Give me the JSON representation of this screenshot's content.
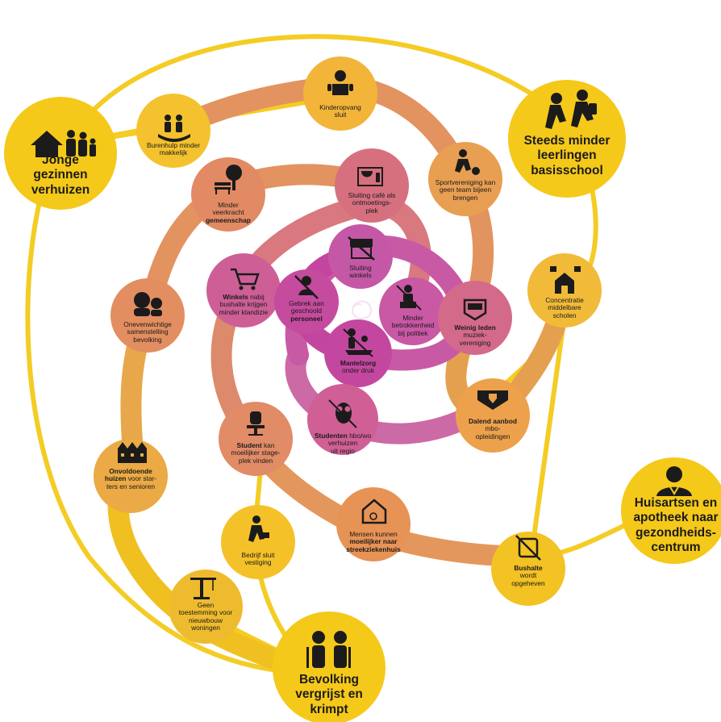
{
  "colors": {
    "yellow": "#f5c91a",
    "yellow_path": "#f4cc24",
    "orange_path": "#e9a845",
    "salmon": "#dd8a6c",
    "mauve": "#cc6aa6",
    "magenta": "#c4459f",
    "icon": "#1b1b1b"
  },
  "big_nodes": [
    {
      "id": "jonge-gezinnen",
      "lines": "Jonge\ngezinnen\nverhuizen",
      "icon": "house-family-icon"
    },
    {
      "id": "steeds-minder",
      "lines": "Steeds minder\nleerlingen\nbasisschool",
      "icon": "children-running-icon"
    },
    {
      "id": "huisartsen",
      "lines": "Huisartsen en\napotheek naar\ngezondheids-\ncentrum",
      "icon": "doctor-icon"
    },
    {
      "id": "bevolking",
      "lines": "Bevolking\nvergrijst en\nkrimpt",
      "icon": "elderly-couple-icon"
    }
  ],
  "small_nodes": [
    {
      "id": "kinderopvang",
      "pre": "",
      "bold": "",
      "post": "Kinderopvang\nsluit",
      "icon": "baby-icon"
    },
    {
      "id": "burenhulp",
      "pre": "",
      "bold": "",
      "post": "Burenhulp minder\nmakkelijk",
      "icon": "helping-hand-icon"
    },
    {
      "id": "sportvereniging",
      "pre": "",
      "bold": "",
      "post": "Sportvereniging kan\ngeen team bijeen\nbrengen",
      "icon": "soccer-player-icon"
    },
    {
      "id": "veerkracht",
      "pre": "Minder\nveerkracht\n",
      "bold": "gemeenschap",
      "post": "",
      "icon": "park-bench-icon"
    },
    {
      "id": "cafe",
      "pre": "",
      "bold": "",
      "post": "Sluiting café als\nontmoetings-\nplek",
      "icon": "wine-glass-icon"
    },
    {
      "id": "middelbare",
      "pre": "",
      "bold": "",
      "post": "Concentratie\nmiddelbare\nscholen",
      "icon": "school-building-icon"
    },
    {
      "id": "sluiting-winkels",
      "pre": "",
      "bold": "",
      "post": "Sluiting\nwinkels",
      "icon": "closed-shop-icon"
    },
    {
      "id": "winkels-bushalte",
      "pre": "",
      "bold": "Winkels",
      "post": " nabij\nbushalte krijgen\nminder klandizie",
      "icon": "shopping-cart-icon"
    },
    {
      "id": "onevenwichtig",
      "pre": "",
      "bold": "",
      "post": "Onevenwichtige\nsamenstelling\nbevolking",
      "icon": "elderly-faces-icon"
    },
    {
      "id": "gebrek",
      "pre": "Gebrek aan\ngeschoold\n",
      "bold": "personeel",
      "post": "",
      "icon": "no-staff-icon"
    },
    {
      "id": "politiek",
      "pre": "",
      "bold": "",
      "post": "Minder\nbetrokkenheid\nbij politiek",
      "icon": "voting-icon"
    },
    {
      "id": "muziek",
      "pre": "",
      "bold": "Weinig leden",
      "post": "\nmuziek-\nvereniging",
      "icon": "music-banner-icon"
    },
    {
      "id": "mantelzorg",
      "pre": "",
      "bold": "Mantelzorg",
      "post": "\nonder druk",
      "icon": "caregiver-icon"
    },
    {
      "id": "mbo",
      "pre": "",
      "bold": "Dalend aanbod",
      "post": "\nmbo-\nopleidingen",
      "icon": "shield-down-icon"
    },
    {
      "id": "studenten",
      "pre": "",
      "bold": "Studenten",
      "post": " hbo/wo\nverhuizen\nuit regio",
      "icon": "owl-icon"
    },
    {
      "id": "student-stage",
      "pre": "",
      "bold": "Student",
      "post": " kan\nmoeilijker stage-\nplek vinden",
      "icon": "office-chair-icon"
    },
    {
      "id": "onvoldoende",
      "pre": "",
      "bold": "Onvoldoende\nhuizen",
      "post": " voor star-\nters en senioren",
      "icon": "houses-row-icon"
    },
    {
      "id": "ziekenhuis",
      "pre": "Mensen kunnen\n",
      "bold": "moeilijker naar\nstreekziekenhuis",
      "post": "",
      "icon": "wheelchair-house-icon"
    },
    {
      "id": "bedrijf",
      "pre": "",
      "bold": "",
      "post": "Bedrijf sluit\nvestiging",
      "icon": "walking-businessman-icon"
    },
    {
      "id": "bushalte",
      "pre": "",
      "bold": "Bushalte",
      "post": "\nwordt\nopgeheven",
      "icon": "bus-crossed-icon"
    },
    {
      "id": "nieuwbouw",
      "pre": "",
      "bold": "",
      "post": "Geen\ntoestemming voor\nnieuwbouw\nwoningen",
      "icon": "crane-icon"
    }
  ],
  "center": {
    "icon": "spiral-icon"
  }
}
